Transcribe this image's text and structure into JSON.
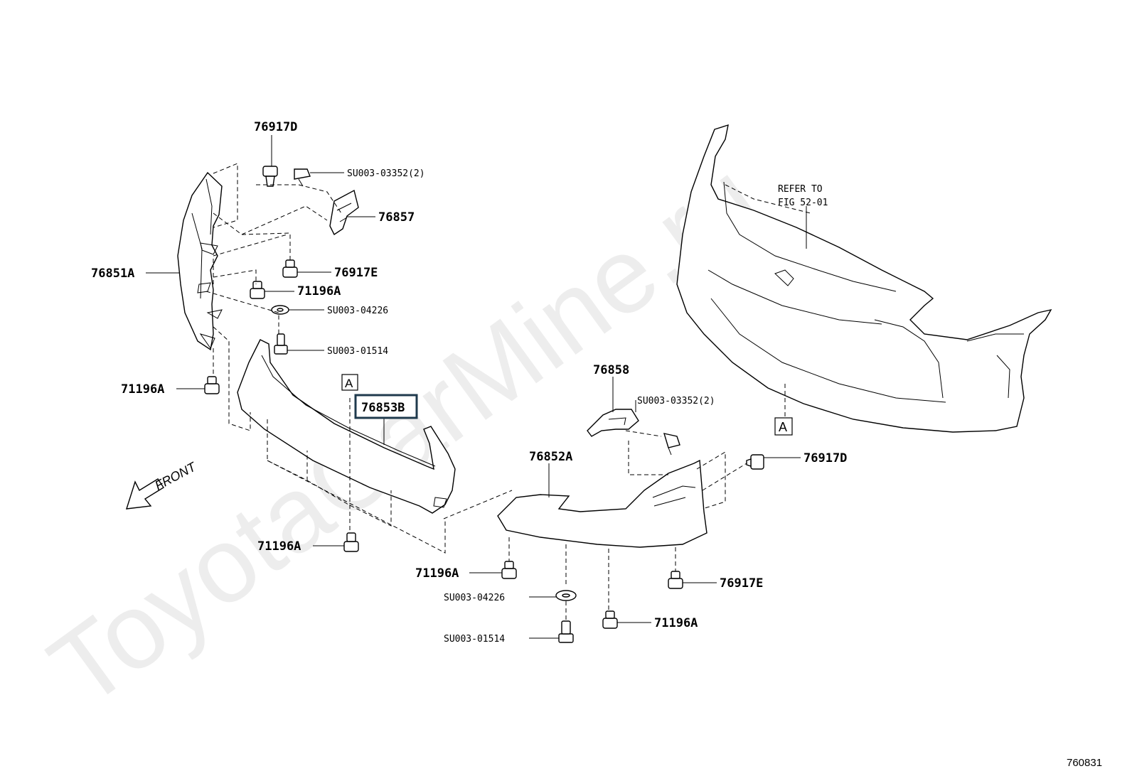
{
  "watermark": "ToyotaCarMine.ru",
  "figure_number": "760831",
  "front_label": "FRONT",
  "reference": {
    "line1": "REFER TO",
    "line2": "FIG 52-01"
  },
  "boxed_marker": "A",
  "highlighted_part": "76853B",
  "labels": {
    "p76917D_top": "76917D",
    "pSU_03352_top": "SU003-03352(2)",
    "p76857": "76857",
    "p76851A": "76851A",
    "p76917E_left": "76917E",
    "p71196A_upper": "71196A",
    "pSU_04226_upper": "SU003-04226",
    "pSU_01514_upper": "SU003-01514",
    "p71196A_left": "71196A",
    "p71196A_lower_left": "71196A",
    "p71196A_lower_mid": "71196A",
    "pSU_04226_lower": "SU003-04226",
    "pSU_01514_lower": "SU003-01514",
    "p76858": "76858",
    "pSU_03352_right": "SU003-03352(2)",
    "p76852A": "76852A",
    "p76917D_right": "76917D",
    "p76917E_right": "76917E",
    "p71196A_right": "71196A"
  },
  "colors": {
    "highlight_border": "#1f3a4d",
    "line": "#000000"
  }
}
